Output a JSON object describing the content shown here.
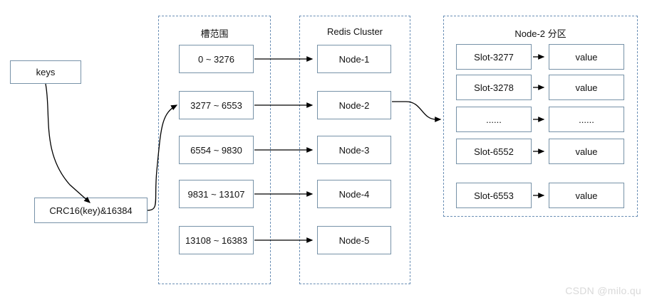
{
  "diagram": {
    "title_watermark": "CSDN @milo.qu",
    "accent_border": "#7792a8",
    "panel_border": "#6b8fb5",
    "arrow_color": "#000000",
    "text_color": "#111111"
  },
  "input_flow": {
    "keys_label": "keys",
    "hash_label": "CRC16(key)&16384"
  },
  "slot_panel": {
    "title": "槽范围",
    "ranges": [
      {
        "label": "0 ~ 3276"
      },
      {
        "label": "3277 ~ 6553"
      },
      {
        "label": "6554 ~ 9830"
      },
      {
        "label": "9831 ~ 13107"
      },
      {
        "label": "13108 ~ 16383"
      }
    ]
  },
  "cluster_panel": {
    "title": "Redis Cluster",
    "nodes": [
      {
        "label": "Node-1"
      },
      {
        "label": "Node-2"
      },
      {
        "label": "Node-3"
      },
      {
        "label": "Node-4"
      },
      {
        "label": "Node-5"
      }
    ]
  },
  "partition_panel": {
    "title": "Node-2 分区",
    "rows": [
      {
        "slot": "Slot-3277",
        "value": "value"
      },
      {
        "slot": "Slot-3278",
        "value": "value"
      },
      {
        "slot": "......",
        "value": "......"
      },
      {
        "slot": "Slot-6552",
        "value": "value"
      },
      {
        "slot": "Slot-6553",
        "value": "value"
      }
    ]
  }
}
